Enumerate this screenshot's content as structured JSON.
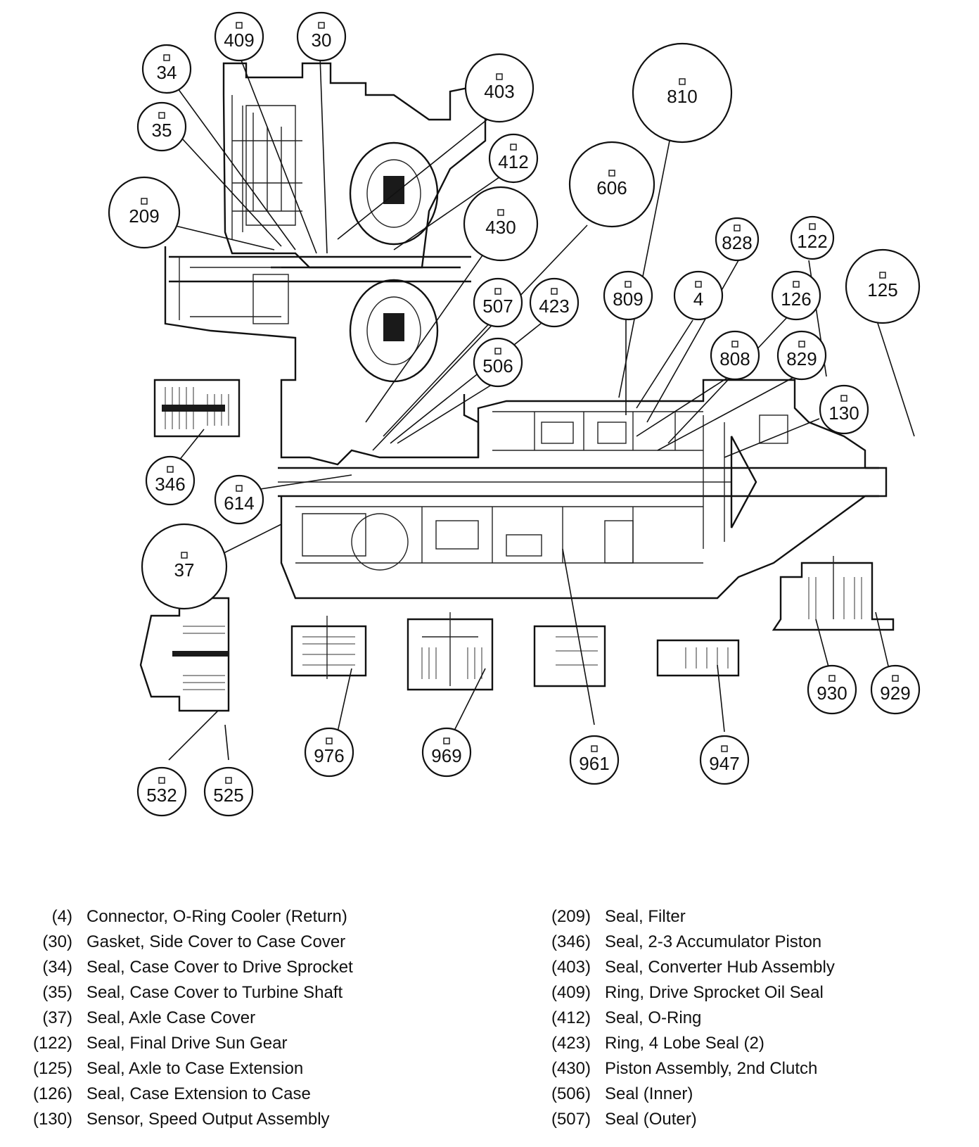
{
  "callouts": [
    "409",
    "30",
    "34",
    "403",
    "35",
    "412",
    "810",
    "606",
    "209",
    "430",
    "828",
    "122",
    "507",
    "423",
    "809",
    "4",
    "126",
    "125",
    "506",
    "808",
    "829",
    "130",
    "346",
    "614",
    "37",
    "930",
    "929",
    "976",
    "969",
    "961",
    "947",
    "532",
    "525"
  ],
  "legend_left": [
    {
      "num": "(4)",
      "desc": "Connector, O-Ring Cooler (Return)"
    },
    {
      "num": "(30)",
      "desc": "Gasket, Side Cover to Case Cover"
    },
    {
      "num": "(34)",
      "desc": "Seal, Case Cover to Drive Sprocket"
    },
    {
      "num": "(35)",
      "desc": "Seal, Case Cover to Turbine Shaft"
    },
    {
      "num": "(37)",
      "desc": "Seal, Axle Case Cover"
    },
    {
      "num": "(122)",
      "desc": "Seal, Final Drive Sun Gear"
    },
    {
      "num": "(125)",
      "desc": "Seal, Axle to Case Extension"
    },
    {
      "num": "(126)",
      "desc": "Seal, Case Extension to Case"
    },
    {
      "num": "(130)",
      "desc": "Sensor, Speed Output Assembly"
    }
  ],
  "legend_right": [
    {
      "num": "(209)",
      "desc": "Seal, Filter"
    },
    {
      "num": "(346)",
      "desc": "Seal, 2-3 Accumulator Piston"
    },
    {
      "num": "(403)",
      "desc": "Seal, Converter Hub Assembly"
    },
    {
      "num": "(409)",
      "desc": "Ring, Drive Sprocket Oil Seal"
    },
    {
      "num": "(412)",
      "desc": "Seal, O-Ring"
    },
    {
      "num": "(423)",
      "desc": "Ring, 4 Lobe Seal (2)"
    },
    {
      "num": "(430)",
      "desc": "Piston Assembly, 2nd Clutch"
    },
    {
      "num": "(506)",
      "desc": "Seal (Inner)"
    },
    {
      "num": "(507)",
      "desc": "Seal (Outer)"
    }
  ]
}
